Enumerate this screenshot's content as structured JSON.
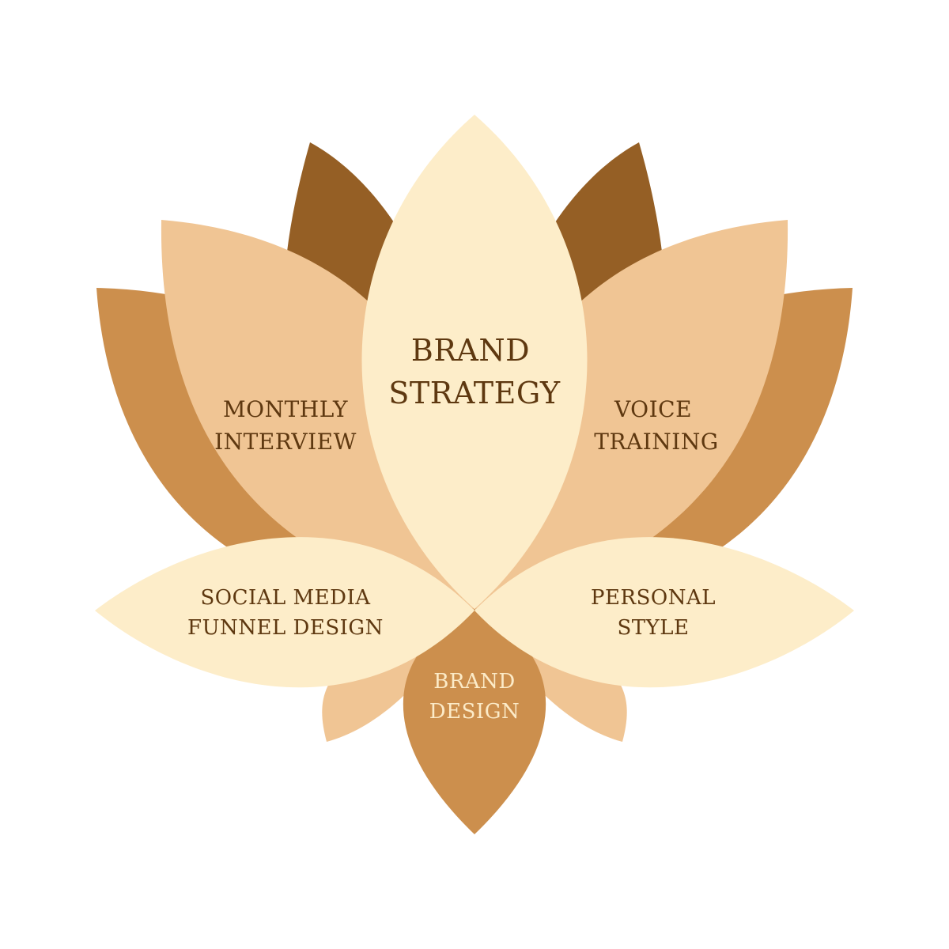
{
  "colors": {
    "background": "#ffffff",
    "dark_brown": "#955f25",
    "mid_brown": "#cc8f4d",
    "peach": "#f0c594",
    "cream": "#fdedc9",
    "text_dark": "#5e3810",
    "text_light": "#fcebc8"
  },
  "petals": {
    "center": {
      "line1": "BRAND",
      "line2": "STRATEGY"
    },
    "upper_left": {
      "line1": "MONTHLY",
      "line2": "INTERVIEW"
    },
    "upper_right": {
      "line1": "VOICE",
      "line2": "TRAINING"
    },
    "lower_left": {
      "line1": "SOCIAL MEDIA",
      "line2": "FUNNEL DESIGN"
    },
    "lower_right": {
      "line1": "PERSONAL",
      "line2": "STYLE"
    },
    "bottom": {
      "line1": "BRAND",
      "line2": "DESIGN"
    }
  }
}
